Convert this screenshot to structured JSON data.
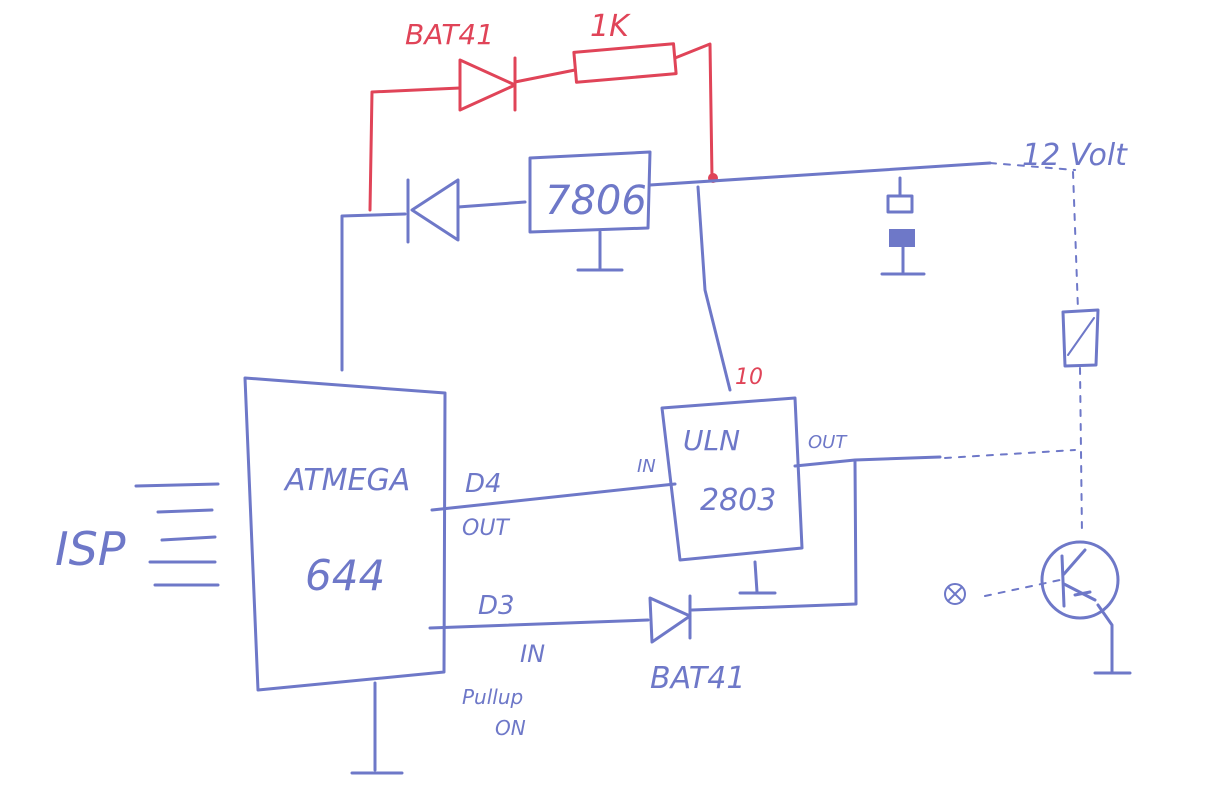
{
  "labels": {
    "bat41_top": "BAT41",
    "r_1k": "1K",
    "reg_7806": "7806",
    "v12": "12 Volt",
    "atmega_1": "ATMEGA",
    "atmega_2": "644",
    "isp": "ISP",
    "uln_1": "ULN",
    "uln_2": "2803",
    "pin10": "10",
    "in_label": "IN",
    "out_label": "OUT",
    "d4": "D4",
    "d4_out": "OUT",
    "d3": "D3",
    "d3_in": "IN",
    "pullup": "Pullup",
    "on": "ON",
    "bat41_bottom": "BAT41"
  },
  "colors": {
    "ink_blue": "#6e78c8",
    "ink_red": "#e04458"
  }
}
